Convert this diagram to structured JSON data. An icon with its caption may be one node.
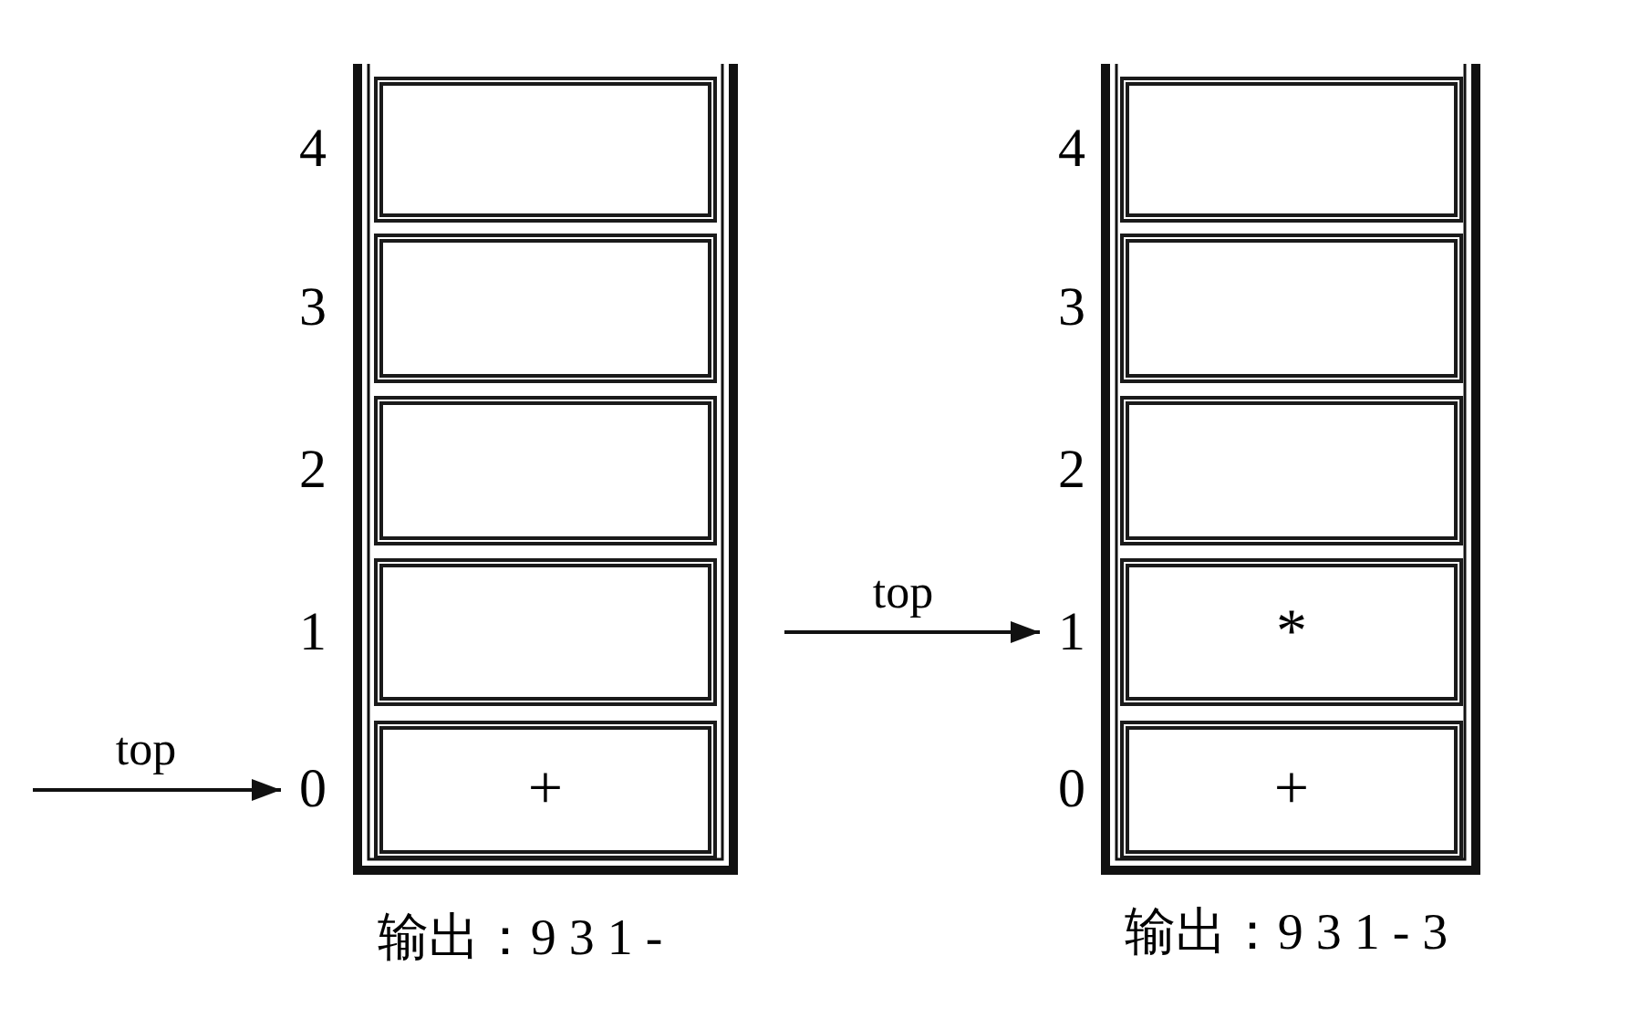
{
  "diagram": {
    "nodes": [
      {
        "text": [],
        "shape": "box"
      },
      {
        "text": [],
        "shape": "box",
        "in": 0,
        "beside": [
          "4"
        ]
      },
      {
        "text": [],
        "shape": "box",
        "in": 0,
        "beside": [
          "3"
        ]
      },
      {
        "text": [],
        "shape": "box",
        "in": 0,
        "beside": [
          "2"
        ]
      },
      {
        "text": [],
        "shape": "box",
        "in": 0,
        "beside": [
          "1"
        ]
      },
      {
        "text": [
          "+"
        ],
        "in": 0,
        "beside": [
          "0"
        ]
      },
      {
        "text": [],
        "shape": "box"
      },
      {
        "text": [],
        "shape": "box",
        "in": 6,
        "beside": [
          "4"
        ]
      },
      {
        "text": [],
        "shape": "box",
        "in": 6,
        "beside": [
          "3"
        ]
      },
      {
        "text": [],
        "shape": "box",
        "in": 6,
        "beside": [
          "2"
        ]
      },
      {
        "text": [
          "*"
        ],
        "in": 6,
        "beside": [
          "1"
        ]
      },
      {
        "text": [
          "+"
        ],
        "in": 6,
        "beside": [
          "0"
        ]
      }
    ],
    "edges": [
      {
        "from": null,
        "to": 5,
        "arrow": "to",
        "label": "top"
      },
      {
        "from": null,
        "to": 10,
        "arrow": "to",
        "label": "top"
      }
    ],
    "labels": [
      "输出：9 3 1 -",
      "输出：9 3 1 - 3"
    ]
  }
}
